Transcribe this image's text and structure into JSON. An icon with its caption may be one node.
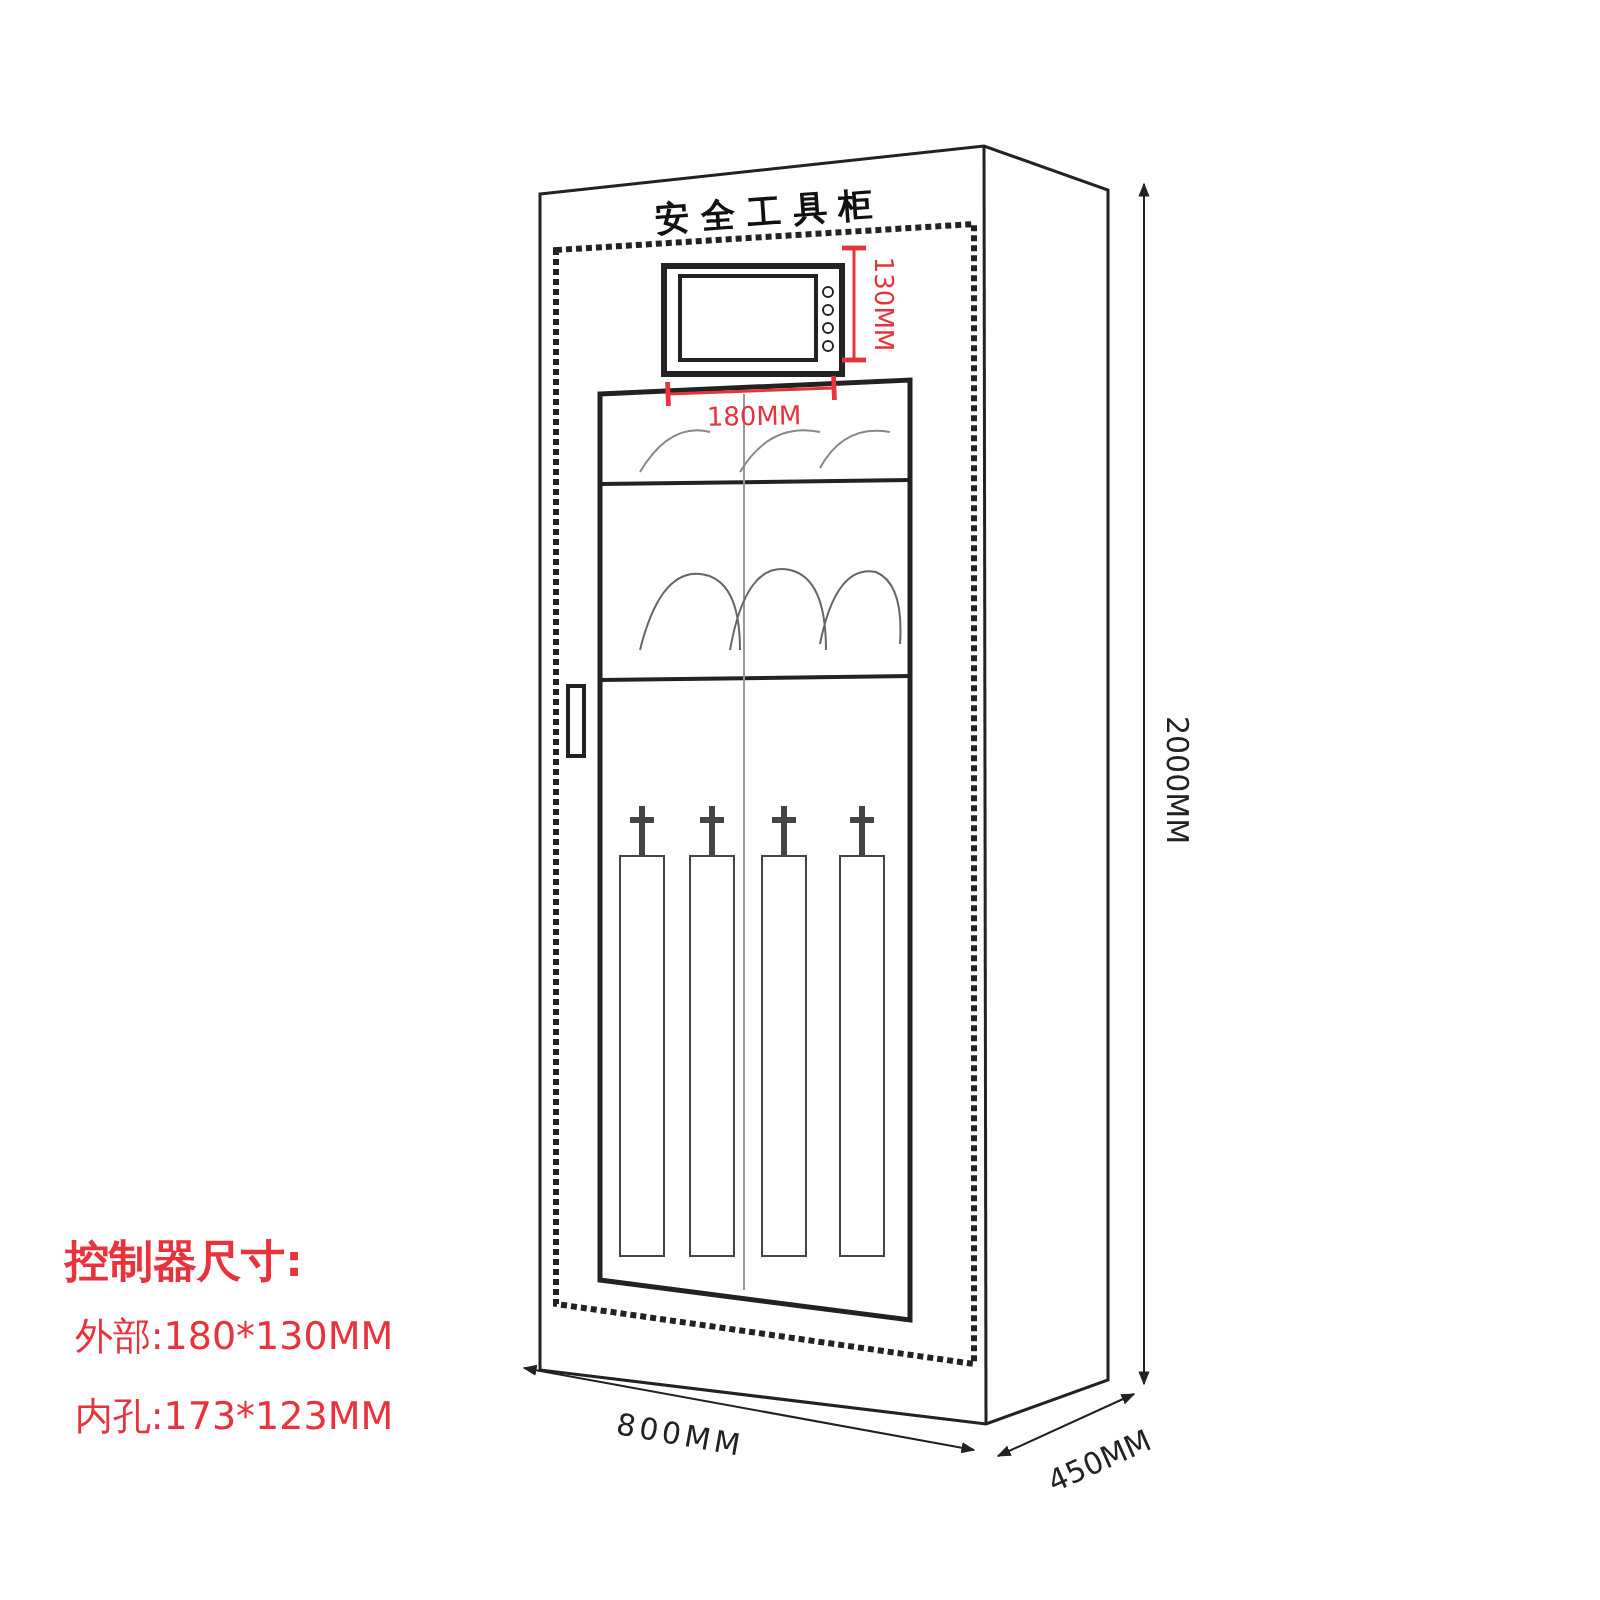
{
  "diagram": {
    "labels": [
      "安全工具柜",
      "130MM",
      "180MM",
      "2000MM",
      "800MM",
      "450MM",
      "控制器尺寸:",
      "外部:180*130MM",
      "内孔:173*123MM"
    ]
  }
}
